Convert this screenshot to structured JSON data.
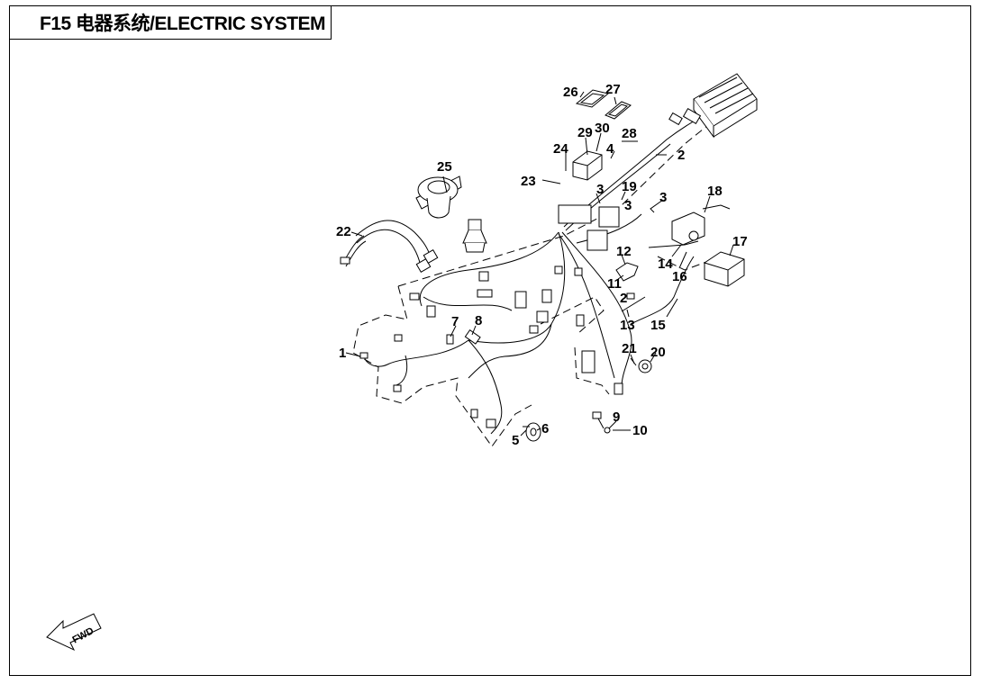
{
  "page": {
    "title": "F15 电器系统/ELECTRIC SYSTEM"
  },
  "diagram": {
    "callouts": {
      "c1": "1",
      "c2a": "2",
      "c2b": "2",
      "c3a": "3",
      "c3b": "3",
      "c3c": "3",
      "c4": "4",
      "c5": "5",
      "c6": "6",
      "c7": "7",
      "c8": "8",
      "c9": "9",
      "c10": "10",
      "c11": "11",
      "c12": "12",
      "c13": "13",
      "c14": "14",
      "c15": "15",
      "c16": "16",
      "c17": "17",
      "c18": "18",
      "c19": "19",
      "c20": "20",
      "c21": "21",
      "c22": "22",
      "c23": "23",
      "c24": "24",
      "c25": "25",
      "c26": "26",
      "c27": "27",
      "c28": "28",
      "c29": "29",
      "c30": "30"
    },
    "fwd_label": "FWD"
  }
}
